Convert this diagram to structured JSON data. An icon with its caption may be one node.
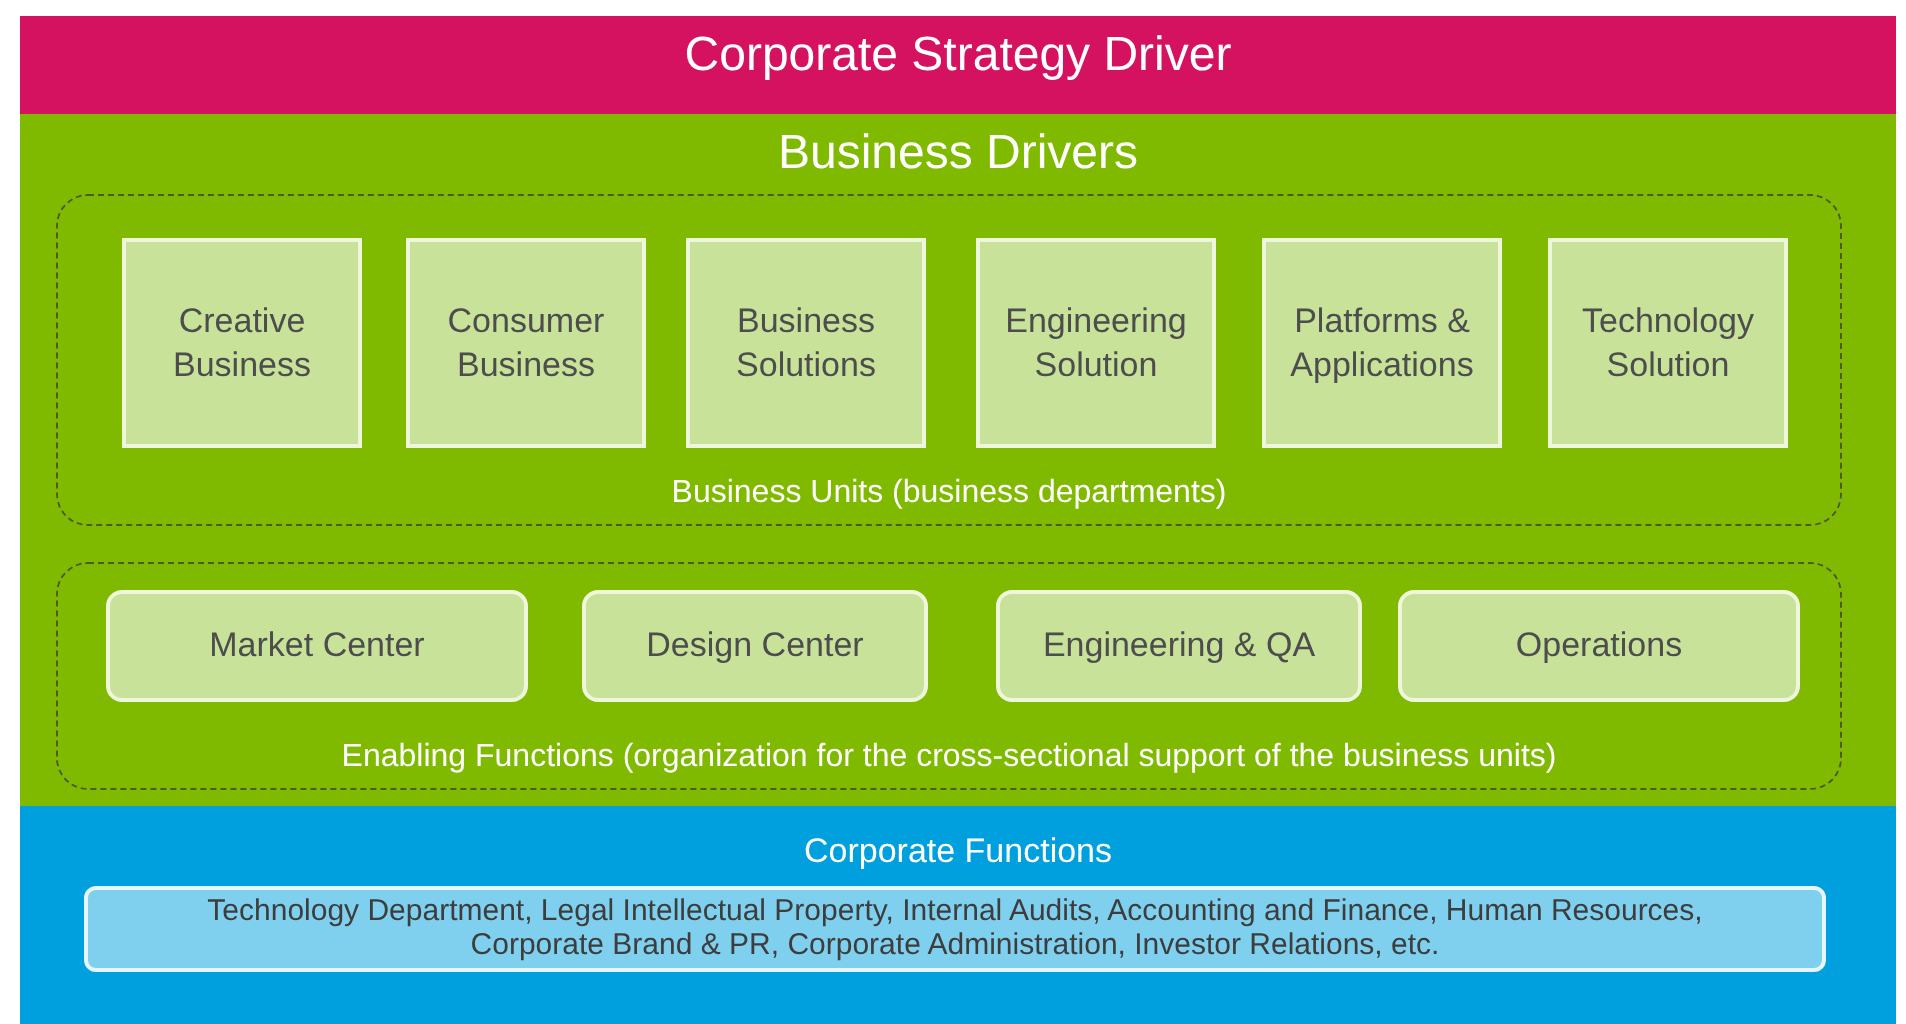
{
  "diagram": {
    "nodes": [
      {
        "text": [
          "Corporate Strategy Driver"
        ]
      },
      {
        "text": [
          "Business Drivers"
        ]
      },
      {
        "text": [
          "Business Units (business departments)"
        ],
        "in": 1
      },
      {
        "text": [
          "Creative Business"
        ],
        "in": 2
      },
      {
        "text": [
          "Consumer Business"
        ],
        "in": 2
      },
      {
        "text": [
          "Business Solutions"
        ],
        "in": 2
      },
      {
        "text": [
          "Engineering Solution"
        ],
        "in": 2
      },
      {
        "text": [
          "Platforms & Applications"
        ],
        "in": 2
      },
      {
        "text": [
          "Technology Solution"
        ],
        "in": 2
      },
      {
        "text": [
          "Enabling Functions (organization for the cross-sectional support of the business units)"
        ],
        "in": 1
      },
      {
        "text": [
          "Market Center"
        ],
        "in": 9
      },
      {
        "text": [
          "Design Center"
        ],
        "in": 9
      },
      {
        "text": [
          "Engineering & QA"
        ],
        "in": 9
      },
      {
        "text": [
          "Operations"
        ],
        "in": 9
      },
      {
        "text": [
          "Corporate Functions"
        ]
      },
      {
        "text": [
          "Technology Department, Legal Intellectual Property, Internal Audits, Accounting and Finance, Human Resources, Corporate Brand & PR, Corporate Administration, Investor Relations, etc."
        ],
        "in": 14
      }
    ]
  }
}
